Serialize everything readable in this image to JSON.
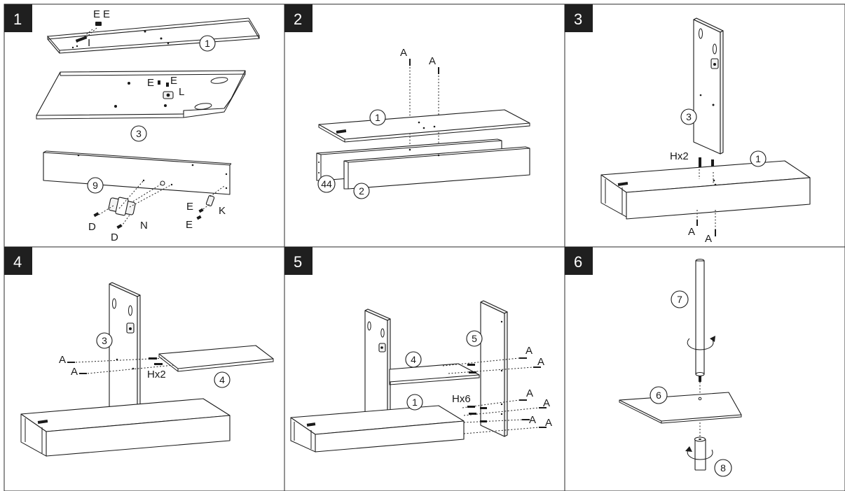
{
  "panels": [
    {
      "step": "1",
      "labels": [
        "E",
        "E",
        "I",
        "E",
        "E",
        "L",
        "D",
        "D",
        "N",
        "E",
        "E",
        "K"
      ],
      "parts": [
        "1",
        "3",
        "9"
      ]
    },
    {
      "step": "2",
      "labels": [
        "A",
        "A"
      ],
      "parts": [
        "1",
        "44",
        "2"
      ]
    },
    {
      "step": "3",
      "labels": [
        "Hx2",
        "A",
        "A"
      ],
      "parts": [
        "3",
        "1"
      ]
    },
    {
      "step": "4",
      "labels": [
        "A",
        "A",
        "Hx2"
      ],
      "parts": [
        "3",
        "4"
      ]
    },
    {
      "step": "5",
      "labels": [
        "Hx6",
        "A",
        "A",
        "A",
        "A",
        "A",
        "A"
      ],
      "parts": [
        "4",
        "5",
        "1"
      ]
    },
    {
      "step": "6",
      "labels": [],
      "parts": [
        "7",
        "6",
        "8"
      ]
    }
  ]
}
